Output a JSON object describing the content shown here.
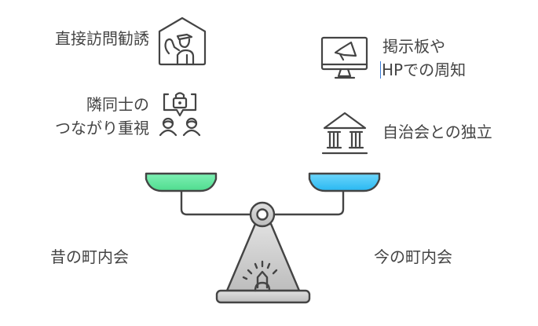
{
  "left": {
    "items": [
      {
        "label": "直接訪問勧誘",
        "icon": "door-visit-icon"
      },
      {
        "label_line1": "隣同士の",
        "label_line2": "つながり重視",
        "icon": "neighbors-chat-icon"
      }
    ],
    "side_label": "昔の町内会",
    "pan_color": "#6ee7a6"
  },
  "right": {
    "items": [
      {
        "label_line1": "掲示板や",
        "label_line2": "HPでの周知",
        "icon": "monitor-megaphone-icon"
      },
      {
        "label": "自治会との独立",
        "icon": "government-building-icon"
      }
    ],
    "side_label": "今の町内会",
    "pan_color": "#4cc6f5"
  }
}
